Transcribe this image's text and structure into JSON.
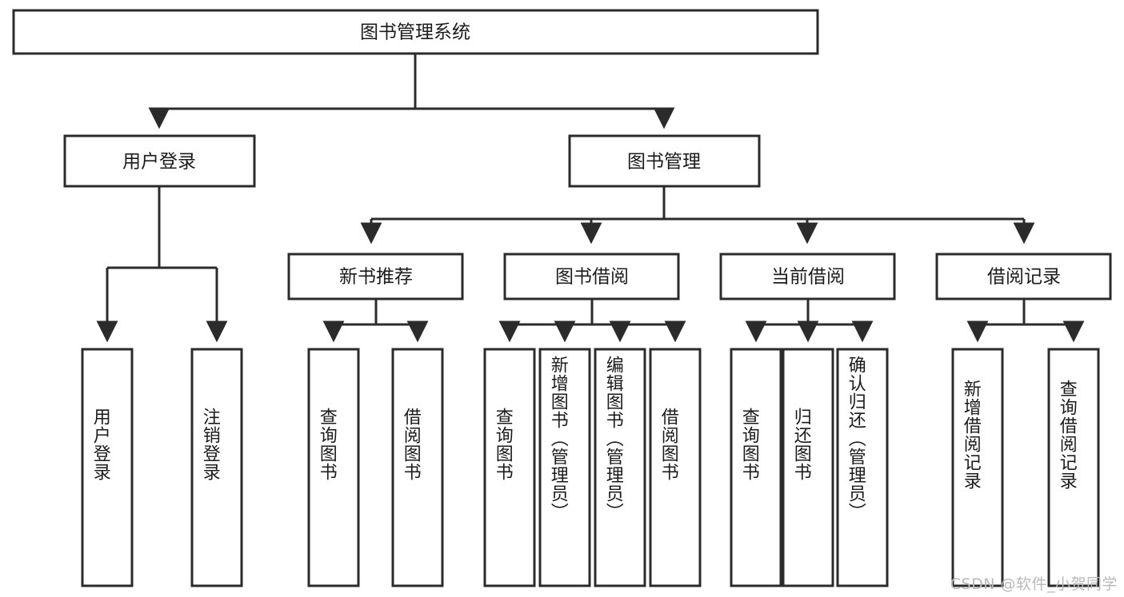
{
  "diagram": {
    "type": "tree",
    "title": "图书管理系统",
    "watermark": "CSDN @软件_小贺同学",
    "colors": {
      "stroke": "#2b2b2b",
      "fill": "#ffffff",
      "text": "#1b1b1b",
      "watermark": "#b9b9b9"
    },
    "root": {
      "label": "图书管理系统"
    },
    "level2": [
      {
        "label": "用户登录"
      },
      {
        "label": "图书管理"
      }
    ],
    "level3": [
      {
        "label": "新书推荐"
      },
      {
        "label": "图书借阅"
      },
      {
        "label": "当前借阅"
      },
      {
        "label": "借阅记录"
      }
    ],
    "leaves": {
      "user_login": [
        {
          "label": "用户登录"
        },
        {
          "label": "注销登录"
        }
      ],
      "new_book_recommend": [
        {
          "label": "查询图书"
        },
        {
          "label": "借阅图书"
        }
      ],
      "book_borrow": [
        {
          "label": "查询图书"
        },
        {
          "label": "新增图书（管理员）"
        },
        {
          "label": "编辑图书（管理员）"
        },
        {
          "label": "借阅图书"
        }
      ],
      "current_borrow": [
        {
          "label": "查询图书"
        },
        {
          "label": "归还图书"
        },
        {
          "label": "确认归还（管理员）"
        }
      ],
      "borrow_record": [
        {
          "label": "新增借阅记录"
        },
        {
          "label": "查询借阅记录"
        }
      ]
    }
  }
}
